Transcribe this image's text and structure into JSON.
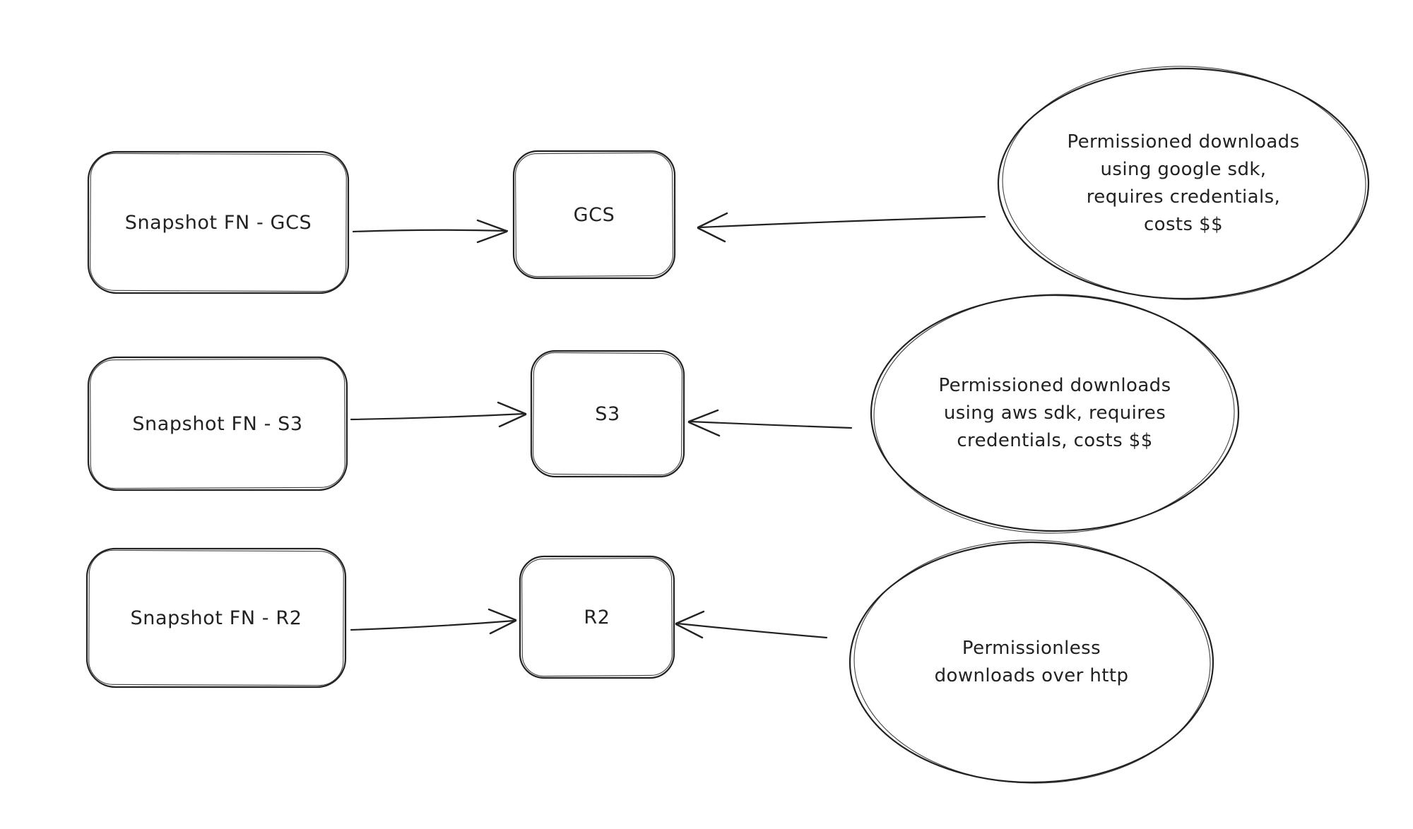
{
  "colors": {
    "background": "#ffffff",
    "ink": "#222222"
  },
  "diagram": {
    "style": "hand-drawn flowchart",
    "rows": [
      {
        "source": "Snapshot FN - GCS",
        "target": "GCS",
        "note_lines": [
          "Permissioned downloads",
          "using google sdk,",
          "requires credentials,",
          "costs $$"
        ],
        "arrows": [
          {
            "from": "source",
            "to": "target"
          },
          {
            "from": "note",
            "to": "target"
          }
        ]
      },
      {
        "source": "Snapshot FN - S3",
        "target": "S3",
        "note_lines": [
          "Permissioned downloads",
          "using aws sdk, requires",
          "credentials, costs $$"
        ],
        "arrows": [
          {
            "from": "source",
            "to": "target"
          },
          {
            "from": "note",
            "to": "target"
          }
        ]
      },
      {
        "source": "Snapshot FN - R2",
        "target": "R2",
        "note_lines": [
          "Permissionless",
          "downloads over http"
        ],
        "arrows": [
          {
            "from": "source",
            "to": "target"
          },
          {
            "from": "note",
            "to": "target"
          }
        ]
      }
    ]
  }
}
